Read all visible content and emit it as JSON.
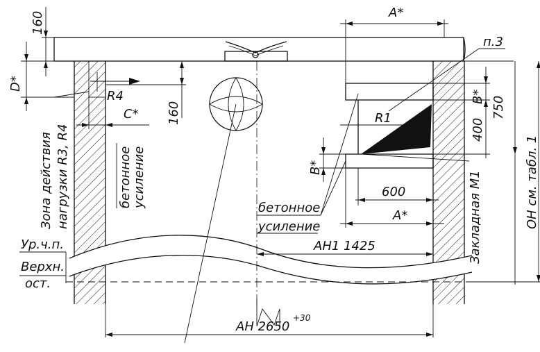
{
  "drawing": {
    "labels": {
      "dim_a_top": "A*",
      "dim_160_top": "160",
      "dim_d": "D*",
      "load_r4": "R4",
      "dim_c": "C*",
      "dim_160_mid": "160",
      "zone_line1": "Зона действия",
      "zone_line2": "нагрузки R3, R4",
      "concrete_left_1": "бетонное",
      "concrete_left_2": "усиление",
      "ref_p3": "п.3",
      "dim_b_right": "B*",
      "dim_400": "400",
      "dim_750": "750",
      "load_r1": "R1",
      "dim_b_left": "B*",
      "dim_600": "600",
      "dim_a_mid": "A*",
      "concrete_mid_1": "бетонное",
      "concrete_mid_2": "усиление",
      "embed_m1": "Закладная М1",
      "oh_table": "ОН см. табл. 1",
      "level_floor": "Ур.ч.п.",
      "level_top_1": "Верхн.",
      "level_top_2": "ост.",
      "dim_ah1": "АН1 1425",
      "dim_ah": "АН 2650",
      "dim_ah_tol": "+30"
    }
  }
}
